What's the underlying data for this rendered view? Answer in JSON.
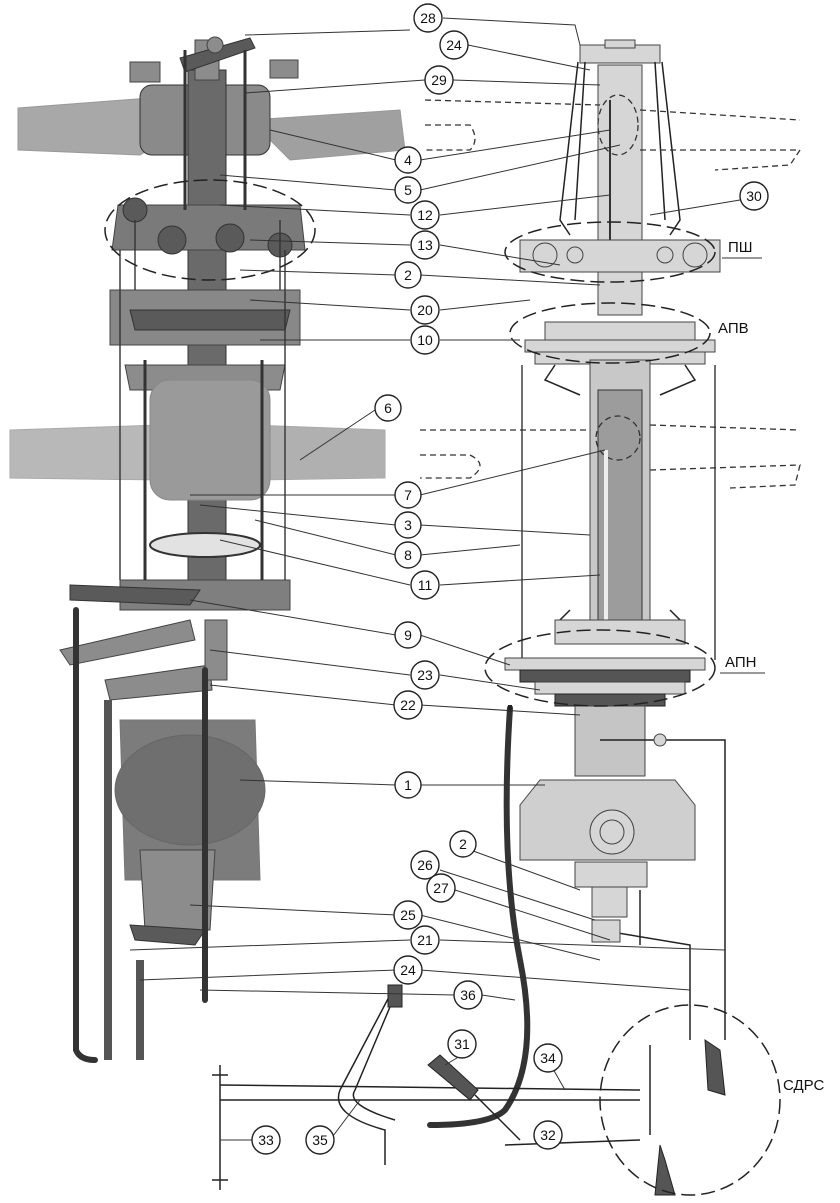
{
  "callouts": [
    {
      "id": "c28",
      "label": "28"
    },
    {
      "id": "c24a",
      "label": "24"
    },
    {
      "id": "c29",
      "label": "29"
    },
    {
      "id": "c4",
      "label": "4"
    },
    {
      "id": "c5",
      "label": "5"
    },
    {
      "id": "c12",
      "label": "12"
    },
    {
      "id": "c30",
      "label": "30"
    },
    {
      "id": "c13",
      "label": "13"
    },
    {
      "id": "c2a",
      "label": "2"
    },
    {
      "id": "c20",
      "label": "20"
    },
    {
      "id": "c10",
      "label": "10"
    },
    {
      "id": "c6",
      "label": "6"
    },
    {
      "id": "c7",
      "label": "7"
    },
    {
      "id": "c3",
      "label": "3"
    },
    {
      "id": "c8",
      "label": "8"
    },
    {
      "id": "c11",
      "label": "11"
    },
    {
      "id": "c9",
      "label": "9"
    },
    {
      "id": "c23",
      "label": "23"
    },
    {
      "id": "c22",
      "label": "22"
    },
    {
      "id": "c1",
      "label": "1"
    },
    {
      "id": "c2b",
      "label": "2"
    },
    {
      "id": "c26",
      "label": "26"
    },
    {
      "id": "c27",
      "label": "27"
    },
    {
      "id": "c25",
      "label": "25"
    },
    {
      "id": "c21",
      "label": "21"
    },
    {
      "id": "c24b",
      "label": "24"
    },
    {
      "id": "c36",
      "label": "36"
    },
    {
      "id": "c31",
      "label": "31"
    },
    {
      "id": "c34",
      "label": "34"
    },
    {
      "id": "c32",
      "label": "32"
    },
    {
      "id": "c33",
      "label": "33"
    },
    {
      "id": "c35",
      "label": "35"
    }
  ],
  "groups": {
    "psh": "ПШ",
    "apv": "АПВ",
    "apn": "АПН",
    "sdrs": "СДРС"
  }
}
